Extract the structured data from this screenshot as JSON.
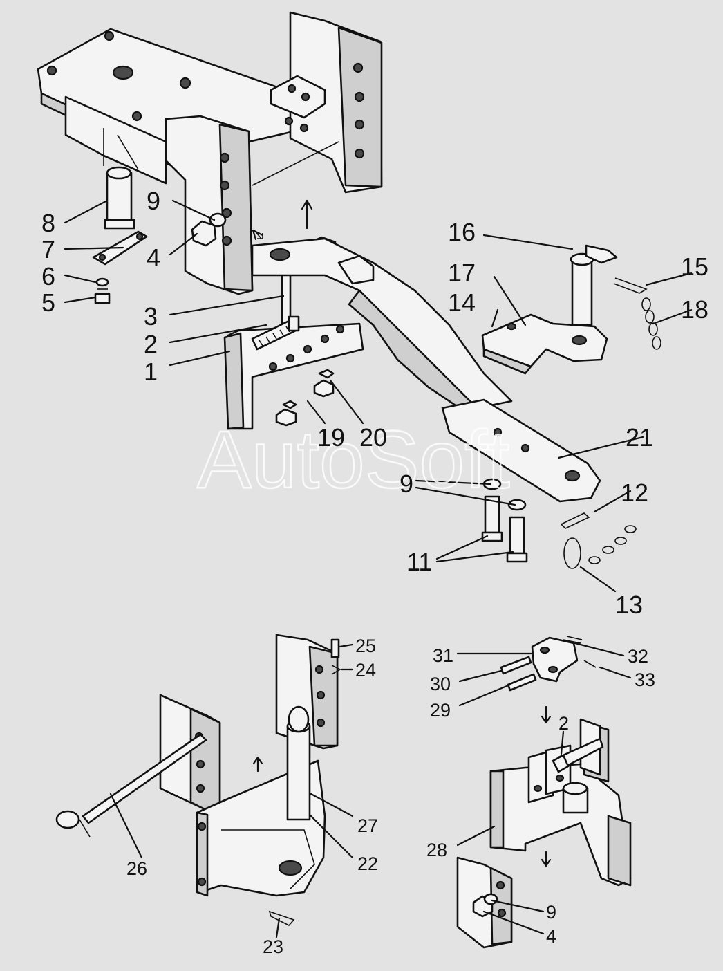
{
  "watermark": "AutoSoft",
  "labels": {
    "l1": "1",
    "l2": "2",
    "l3": "3",
    "l4": "4",
    "l5": "5",
    "l6": "6",
    "l7": "7",
    "l8": "8",
    "l9": "9",
    "l9b": "9",
    "l11": "11",
    "l12": "12",
    "l13": "13",
    "l14": "14",
    "l15": "15",
    "l16": "16",
    "l17": "17",
    "l18": "18",
    "l19": "19",
    "l20": "20",
    "l21": "21",
    "l22": "22",
    "l23": "23",
    "l24": "24",
    "l25": "25",
    "l26": "26",
    "l27": "27",
    "l28": "28",
    "l29": "29",
    "l30": "30",
    "l31": "31",
    "l32": "32",
    "l33": "33",
    "l2b": "2",
    "l9c": "9",
    "l4b": "4"
  }
}
